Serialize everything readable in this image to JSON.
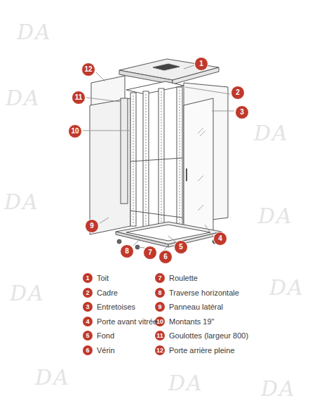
{
  "diagram": {
    "labels": [
      "1",
      "2",
      "3",
      "4",
      "5",
      "6",
      "7",
      "8",
      "9",
      "10",
      "11",
      "12",
      "1",
      "2",
      "3",
      "4",
      "5",
      "6",
      "7",
      "8",
      "9",
      "10",
      "11",
      "12",
      "DA",
      "DA",
      "DA",
      "DA",
      "DA",
      "DA",
      "DA",
      "DA",
      "DA",
      "DA"
    ],
    "legend": [
      {
        "text": "Toit"
      },
      {
        "text": "Cadre"
      },
      {
        "text": "Entretoises"
      },
      {
        "text": "Porte avant vitrée"
      },
      {
        "text": "Fond"
      },
      {
        "text": "Vérin"
      },
      {
        "text": "Roulette"
      },
      {
        "text": "Traverse horizontale"
      },
      {
        "text": "Panneau latéral"
      },
      {
        "text": "Montants 19\""
      },
      {
        "text": "Goulottes (largeur 800)"
      },
      {
        "text": "Porte arrière pleine"
      }
    ]
  }
}
